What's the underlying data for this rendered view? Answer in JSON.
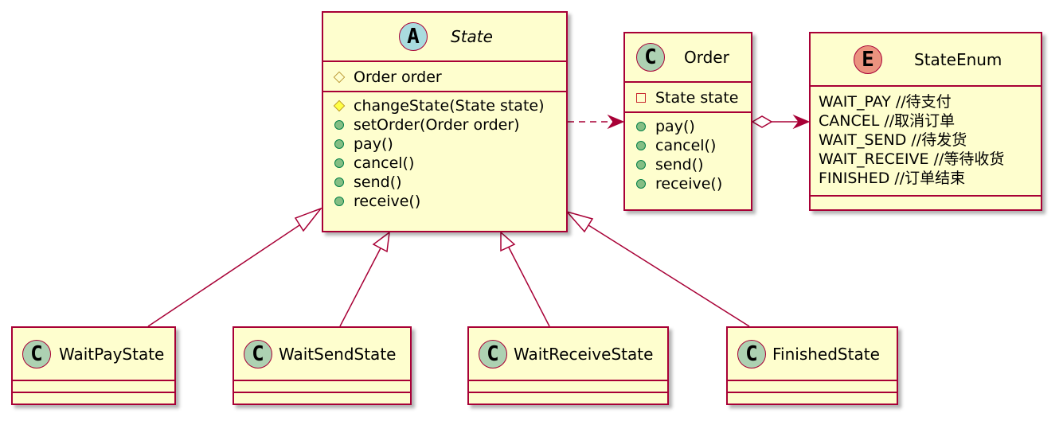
{
  "classes": {
    "state": {
      "badge": "A",
      "name": "State",
      "fields": [
        "Order order"
      ],
      "methods": [
        "changeState(State state)",
        "setOrder(Order order)",
        "pay()",
        "cancel()",
        "send()",
        "receive()"
      ]
    },
    "order": {
      "badge": "C",
      "name": "Order",
      "fields": [
        "State state"
      ],
      "methods": [
        "pay()",
        "cancel()",
        "send()",
        "receive()"
      ]
    },
    "state_enum": {
      "badge": "E",
      "name": "StateEnum",
      "values": [
        "WAIT_PAY //待支付",
        "CANCEL //取消订单",
        "WAIT_SEND //待发货",
        "WAIT_RECEIVE //等待收货",
        "FINISHED //订单结束"
      ]
    },
    "wait_pay_state": {
      "badge": "C",
      "name": "WaitPayState"
    },
    "wait_send_state": {
      "badge": "C",
      "name": "WaitSendState"
    },
    "wait_receive_state": {
      "badge": "C",
      "name": "WaitReceiveState"
    },
    "finished_state": {
      "badge": "C",
      "name": "FinishedState"
    }
  },
  "colors": {
    "class_fill": "#fefece",
    "border": "#a80036",
    "class_badge": "#add1b2",
    "abstract_badge": "#a9dcdf",
    "enum_badge": "#eb937f"
  }
}
